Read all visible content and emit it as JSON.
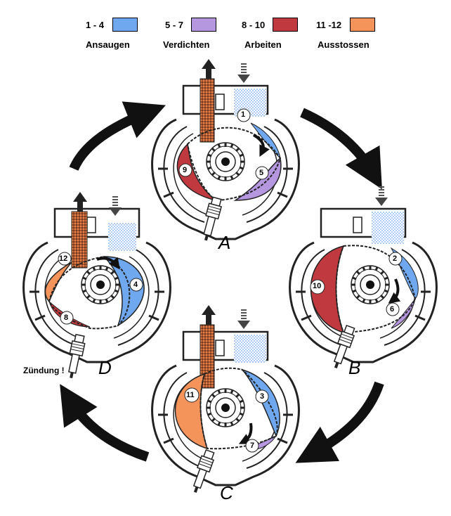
{
  "legend": [
    {
      "range": "1 - 4",
      "label": "Ansaugen",
      "color": "#6fa8ee"
    },
    {
      "range": "5 - 7",
      "label": "Verdichten",
      "color": "#b597e0"
    },
    {
      "range": "8 - 10",
      "label": "Arbeiten",
      "color": "#c0393f"
    },
    {
      "range": "11 -12",
      "label": "Ausstossen",
      "color": "#f4935a"
    }
  ],
  "engines": {
    "A": {
      "label": "A",
      "numbers": [
        "1",
        "5",
        "9"
      ]
    },
    "B": {
      "label": "B",
      "numbers": [
        "2",
        "6",
        "10"
      ]
    },
    "C": {
      "label": "C",
      "numbers": [
        "3",
        "7",
        "11"
      ]
    },
    "D": {
      "label": "D",
      "numbers": [
        "4",
        "8",
        "12"
      ]
    }
  },
  "ignition_label": "Zündung !"
}
